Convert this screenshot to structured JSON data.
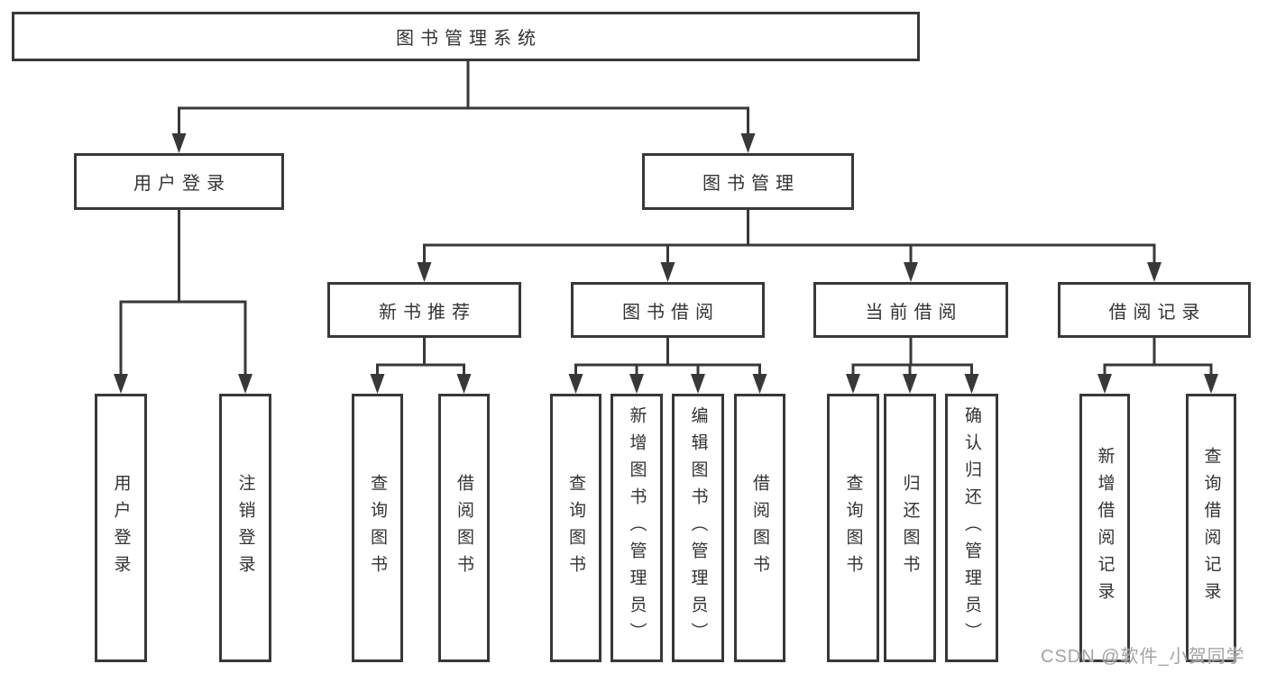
{
  "colors": {
    "line": "#383838",
    "text": "#333333",
    "bg": "#ffffff",
    "watermark": "#a3a3a3"
  },
  "tree": {
    "root": "图书管理系统",
    "branches": [
      {
        "label": "用户登录",
        "children": [
          "用户登录",
          "注销登录"
        ]
      },
      {
        "label": "图书管理",
        "children": [
          {
            "label": "新书推荐",
            "children": [
              "查询图书",
              "借阅图书"
            ]
          },
          {
            "label": "图书借阅",
            "children": [
              "查询图书",
              "新增图书（管理员）",
              "编辑图书（管理员）",
              "借阅图书"
            ]
          },
          {
            "label": "当前借阅",
            "children": [
              "查询图书",
              "归还图书",
              "确认归还（管理员）"
            ]
          },
          {
            "label": "借阅记录",
            "children": [
              "新增借阅记录",
              "查询借阅记录"
            ]
          }
        ]
      }
    ]
  },
  "watermark": {
    "text": "CSDN @软件_小贺同学"
  }
}
